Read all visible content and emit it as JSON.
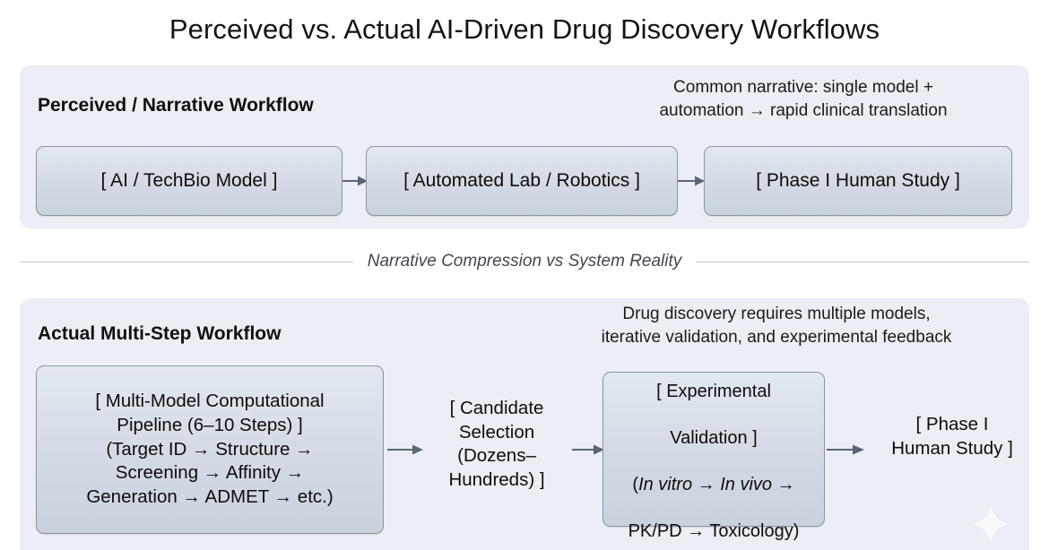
{
  "title": "Perceived vs. Actual AI-Driven Drug Discovery Workflows",
  "perceived_panel": {
    "header": "Perceived / Narrative Workflow",
    "note": "Common narrative: single model +\nautomation → rapid clinical translation",
    "boxes": [
      {
        "id": "ai-model",
        "label": "[ AI / TechBio Model ]"
      },
      {
        "id": "automated-lab",
        "label": "[ Automated Lab / Robotics ]"
      },
      {
        "id": "phase-1",
        "label": "[ Phase I Human Study ]"
      }
    ],
    "arrows": [
      {
        "id": "arrow-top-1",
        "icon": "arrow-right-icon"
      },
      {
        "id": "arrow-top-2",
        "icon": "arrow-right-icon"
      }
    ]
  },
  "divider": {
    "label": "Narrative Compression vs System Reality"
  },
  "actual_panel": {
    "header": "Actual Multi-Step Workflow",
    "note": "Drug discovery requires multiple models,\niterative validation, and experimental feedback",
    "pipeline_box": {
      "line1": "[ Multi-Model Computational",
      "line2": "Pipeline (6–10 Steps) ]",
      "line3": "(Target ID → Structure →",
      "line4": "Screening → Affinity →",
      "line5": "Generation → ADMET → etc.)",
      "label": "[ Multi-Model Computational\nPipeline (6–10 Steps) ]\n(Target ID → Structure →\nScreening → Affinity →\nGeneration → ADMET → etc.)"
    },
    "candidate_text": {
      "label": "[ Candidate\nSelection\n(Dozens–\nHundreds) ]"
    },
    "experimental_box": {
      "title_line1": "[ Experimental",
      "title_line2": "Validation ]",
      "detail_open": "(",
      "detail_italic_1": "In vitro",
      "detail_arrow_1": " → ",
      "detail_italic_2": "In vivo",
      "detail_arrow_2": " →",
      "detail_line2": "PK/PD → Toxicology)"
    },
    "phase1_text": {
      "label": "[ Phase I\nHuman Study ]"
    },
    "arrows": [
      {
        "id": "arrow-bot-1",
        "icon": "arrow-right-icon"
      },
      {
        "id": "arrow-bot-2",
        "icon": "arrow-right-icon"
      },
      {
        "id": "arrow-bot-3",
        "icon": "arrow-right-icon"
      }
    ]
  },
  "watermark": {
    "icon": "sparkle-icon"
  },
  "colors": {
    "panel_background": "#eceef5",
    "box_fill_top": "#e2e8ef",
    "box_fill_bottom": "#c9d2dc",
    "box_border": "#8d96a3",
    "arrow": "#5a6676",
    "divider_rule": "#c3c7d0",
    "divider_text": "#41474f",
    "text": "#0d0d0d",
    "page_background": "#ffffff"
  }
}
